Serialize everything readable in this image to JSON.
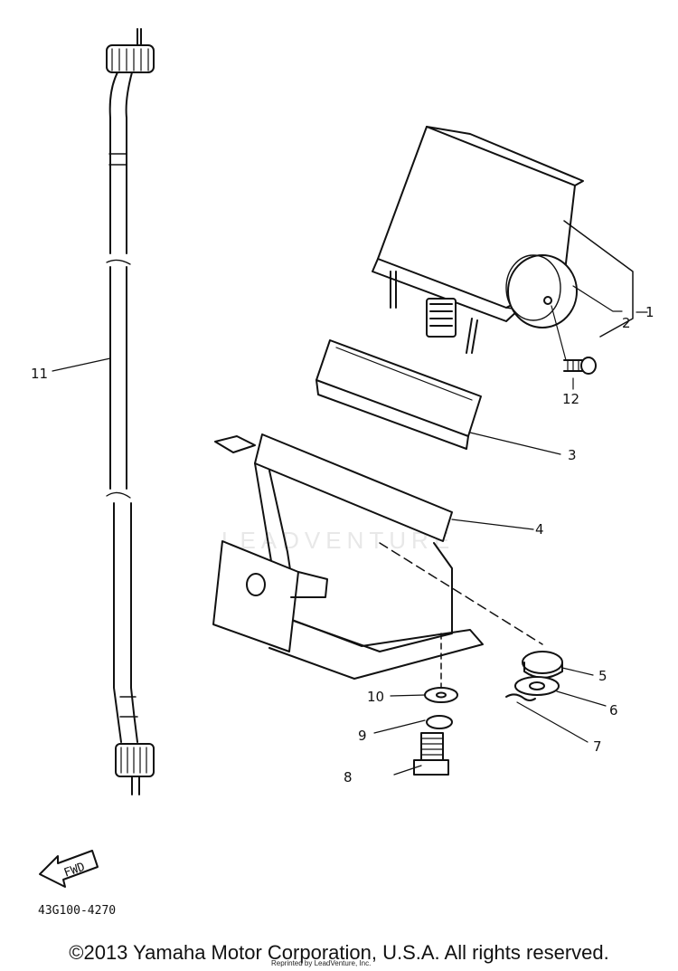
{
  "diagram": {
    "callouts": [
      {
        "id": "1",
        "label": "1"
      },
      {
        "id": "2",
        "label": "2"
      },
      {
        "id": "3",
        "label": "3"
      },
      {
        "id": "4",
        "label": "4"
      },
      {
        "id": "5",
        "label": "5"
      },
      {
        "id": "6",
        "label": "6"
      },
      {
        "id": "7",
        "label": "7"
      },
      {
        "id": "8",
        "label": "8"
      },
      {
        "id": "9",
        "label": "9"
      },
      {
        "id": "10",
        "label": "10"
      },
      {
        "id": "11",
        "label": "11"
      },
      {
        "id": "12",
        "label": "12"
      }
    ],
    "direction_label": "FWD",
    "diagram_code": "43G100-4270",
    "watermark": "LEADVENTURE"
  },
  "footer": {
    "copyright": "©2013 Yamaha Motor Corporation, U.S.A. All rights reserved.",
    "reprint": "Reprinted by LeadVenture, Inc."
  },
  "colors": {
    "ink": "#111111",
    "background": "#ffffff",
    "watermark": "#e8e8e8"
  }
}
